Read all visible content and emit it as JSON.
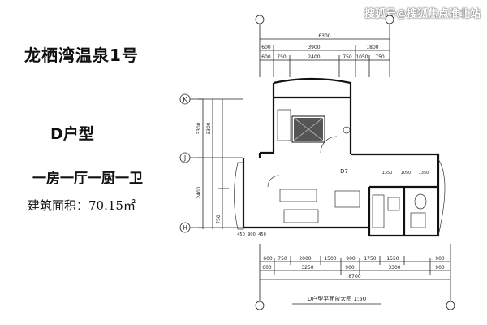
{
  "left_panel": {
    "title": "龙栖湾温泉1号",
    "unit_type": "D户型",
    "layout": "一房一厅一厨一卫",
    "area": "建筑面积：70.15㎡"
  },
  "watermark": "搜狐号@搜狐焦点淮北站",
  "plan": {
    "grid_labels": {
      "k": "K",
      "j": "J",
      "h": "H"
    },
    "top_dims": {
      "overall": "6300",
      "mid": [
        "600",
        "3900",
        "1800"
      ],
      "inner": [
        "600",
        "750",
        "2400",
        "750",
        "1050",
        "750"
      ]
    },
    "bottom_dims": {
      "overall": "8700",
      "mid": [
        "600",
        "3250",
        "900",
        "3300",
        "900"
      ],
      "inner": [
        "600",
        "750",
        "2000",
        "1500",
        "900",
        "1750",
        "1550",
        "900"
      ]
    },
    "left_dims": [
      "3300",
      "2400",
      "3300",
      "750"
    ],
    "small_dims": {
      "balcony": [
        "450",
        "900",
        "450"
      ],
      "right": [
        "1350",
        "1050",
        "1350"
      ]
    },
    "room_tag": "D7",
    "caption": "D户型平面放大图  1:50"
  }
}
